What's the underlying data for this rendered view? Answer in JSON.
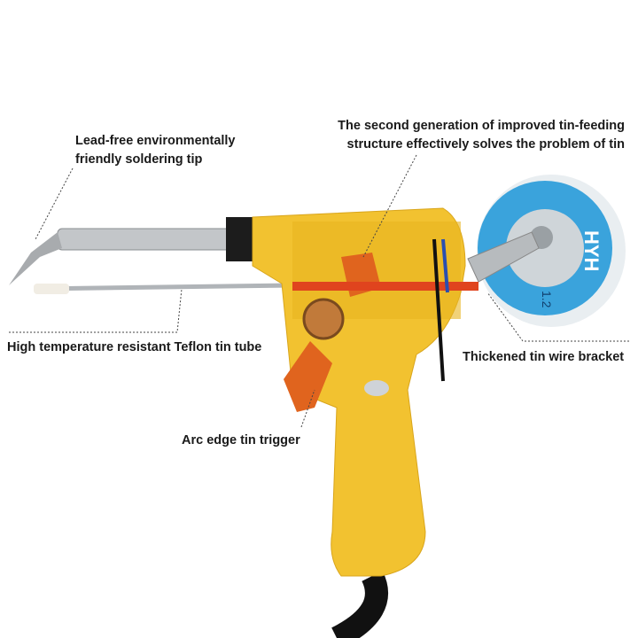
{
  "labels": {
    "tip": [
      "Lead-free environmentally",
      "friendly soldering tip"
    ],
    "feeding": [
      "The second generation of improved tin-feeding",
      "structure effectively solves the problem of tin"
    ],
    "tube": "High temperature resistant Teflon tin tube",
    "bracket": "Thickened tin wire bracket",
    "trigger": "Arc edge tin trigger"
  },
  "spool": {
    "brand": "HYH",
    "size": "1.2"
  },
  "colors": {
    "body": "#f2c230",
    "trigger": "#e0641e",
    "spool": "#3aa3dc",
    "metal": "#b9bcbf"
  }
}
